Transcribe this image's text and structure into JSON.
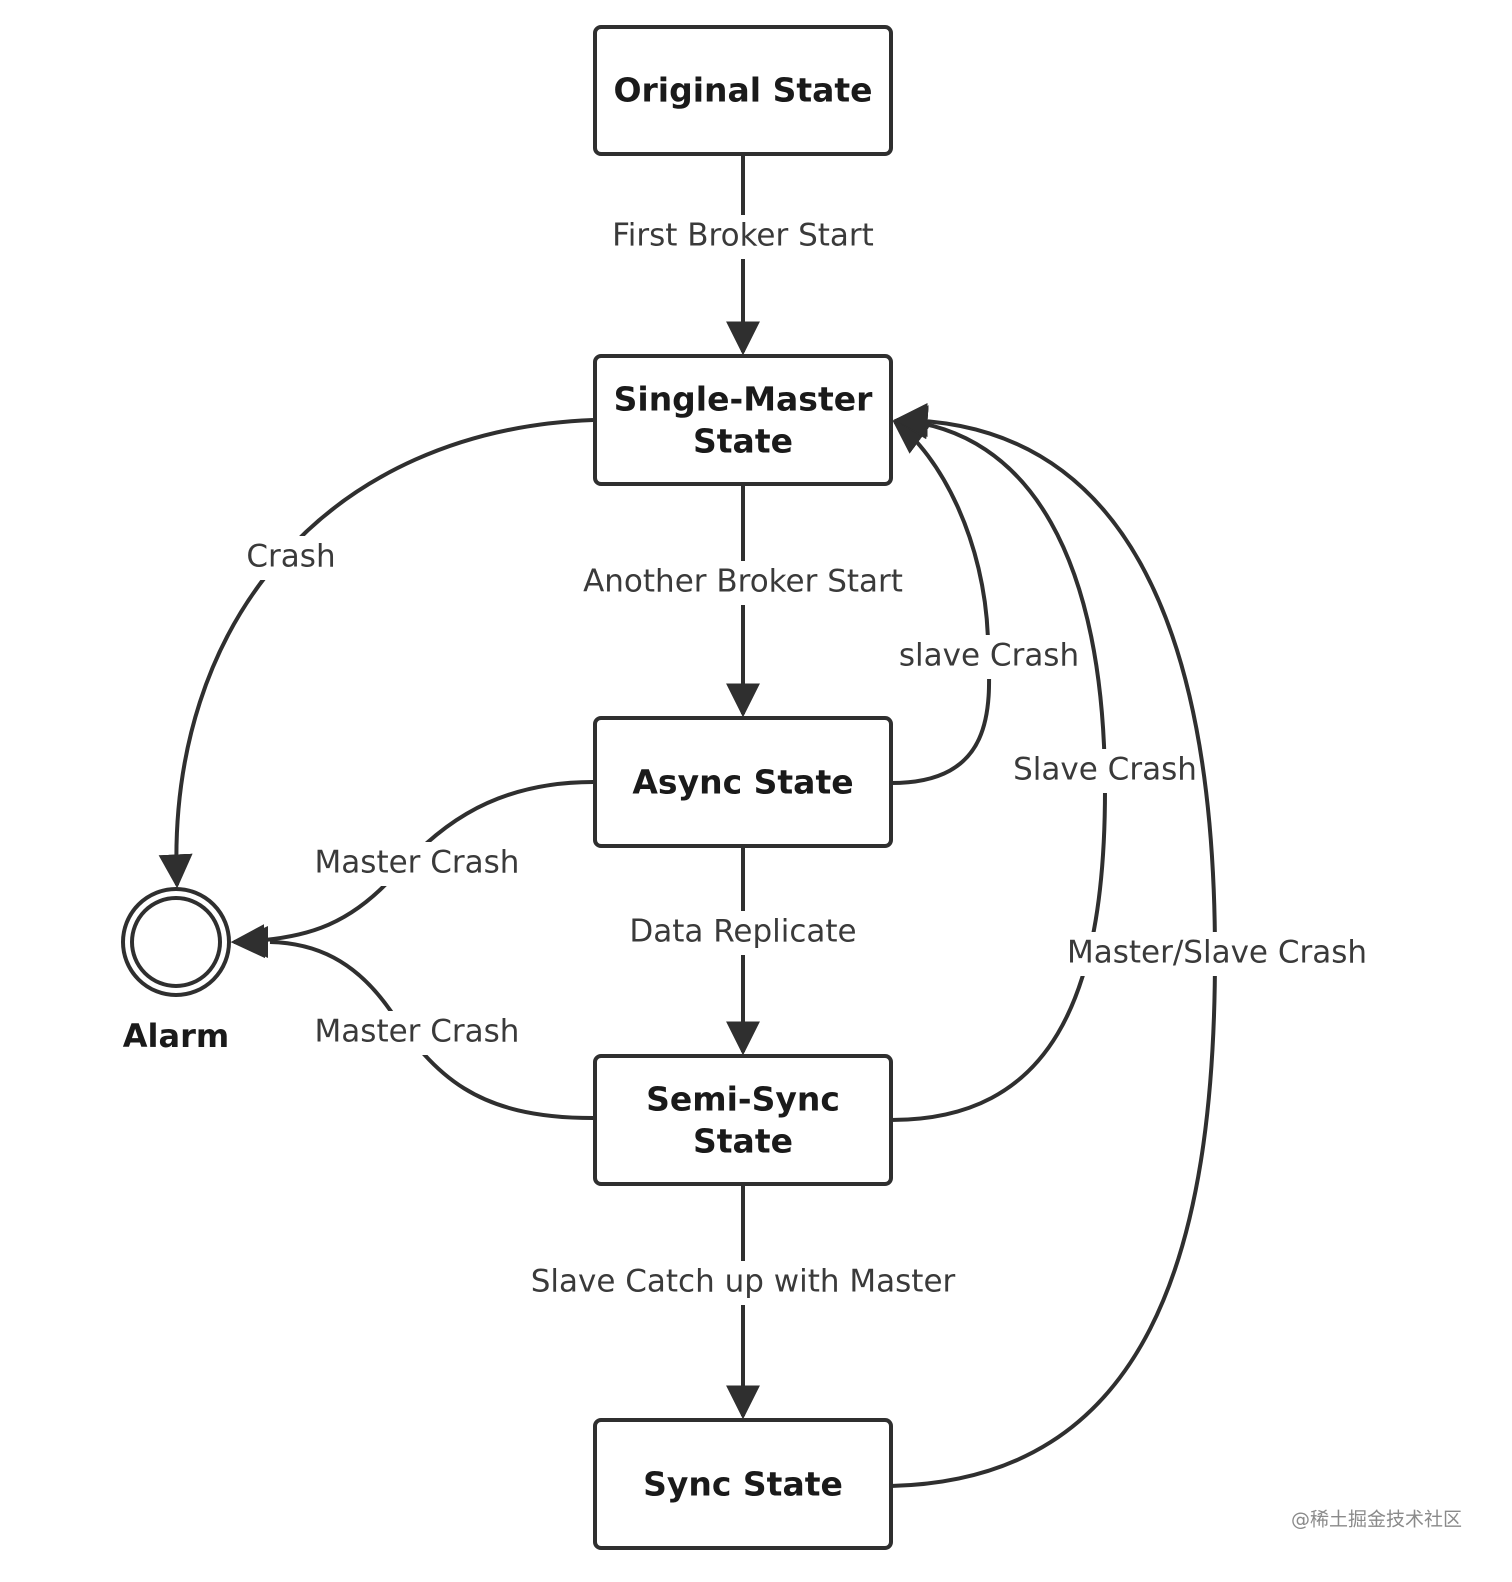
{
  "states": {
    "original": {
      "lines": [
        "Original State"
      ]
    },
    "single_master": {
      "lines": [
        "Single-Master",
        "State"
      ]
    },
    "async": {
      "lines": [
        "Async State"
      ]
    },
    "semi_sync": {
      "lines": [
        "Semi-Sync",
        "State"
      ]
    },
    "sync": {
      "lines": [
        "Sync State"
      ]
    }
  },
  "alarm": {
    "label": "Alarm"
  },
  "transitions": {
    "first_broker_start": "First Broker Start",
    "another_broker_start": "Another Broker Start",
    "data_replicate": "Data Replicate",
    "slave_catch_up": "Slave Catch up with Master",
    "single_master_crash": "Crash",
    "async_slave_crash": "slave Crash",
    "semi_sync_slave_crash": "Slave Crash",
    "sync_master_slave_crash": "Master/Slave Crash",
    "async_master_crash": "Master Crash",
    "semi_sync_master_crash": "Master Crash"
  },
  "watermark": "@稀土掘金技术社区",
  "colors": {
    "stroke": "#2f2f2f",
    "text": "#1a1a1a",
    "label_text": "#3a3a3a",
    "background": "#ffffff"
  }
}
